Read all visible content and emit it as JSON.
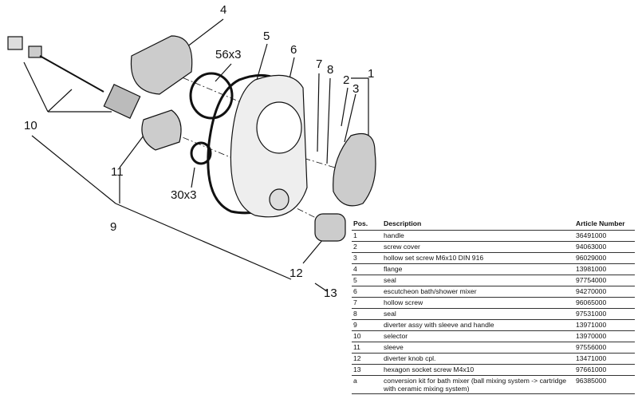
{
  "callouts": {
    "p1": "1",
    "p2": "2",
    "p3": "3",
    "p4": "4",
    "p5": "5",
    "p6": "6",
    "p7": "7",
    "p8": "8",
    "p9": "9",
    "p10": "10",
    "p11": "11",
    "p12": "12",
    "p13": "13",
    "seal_large": "56x3",
    "seal_small": "30x3"
  },
  "table": {
    "headers": {
      "pos": "Pos.",
      "description": "Description",
      "article": "Article Number"
    },
    "rows": [
      {
        "pos": "1",
        "description": "handle",
        "article": "36491000"
      },
      {
        "pos": "2",
        "description": "screw cover",
        "article": "94063000"
      },
      {
        "pos": "3",
        "description": "hollow set screw M6x10 DIN 916",
        "article": "96029000"
      },
      {
        "pos": "4",
        "description": "flange",
        "article": "13981000"
      },
      {
        "pos": "5",
        "description": "seal",
        "article": "97754000"
      },
      {
        "pos": "6",
        "description": "escutcheon bath/shower mixer",
        "article": "94270000"
      },
      {
        "pos": "7",
        "description": "hollow screw",
        "article": "96065000"
      },
      {
        "pos": "8",
        "description": "seal",
        "article": "97531000"
      },
      {
        "pos": "9",
        "description": "diverter assy with sleeve and handle",
        "article": "13971000"
      },
      {
        "pos": "10",
        "description": "selector",
        "article": "13970000"
      },
      {
        "pos": "11",
        "description": "sleeve",
        "article": "97556000"
      },
      {
        "pos": "12",
        "description": "diverter knob cpl.",
        "article": "13471000"
      },
      {
        "pos": "13",
        "description": "hexagon socket screw M4x10",
        "article": "97661000"
      },
      {
        "pos": "a",
        "description": "conversion kit for bath mixer (ball mixing system -> cartridge with ceramic mixing system)",
        "article": "96385000"
      }
    ]
  }
}
